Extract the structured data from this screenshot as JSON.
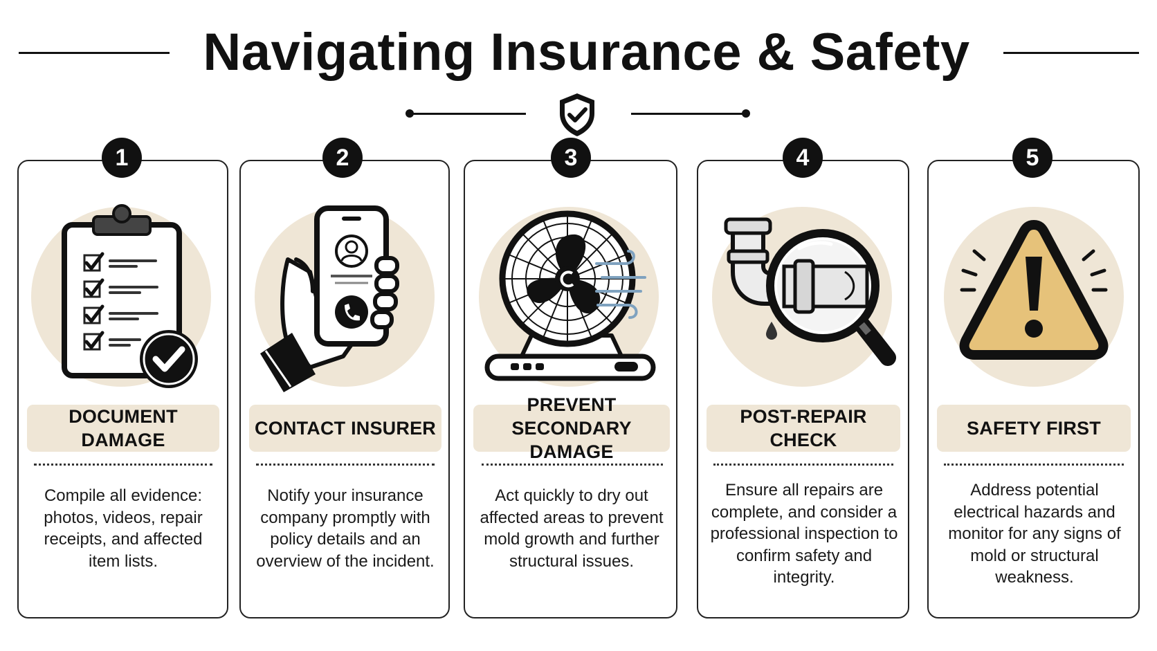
{
  "header": {
    "title": "Navigating Insurance & Safety"
  },
  "steps": [
    {
      "number": "1",
      "label": "DOCUMENT DAMAGE",
      "description": "Compile all evidence: photos, videos, repair receipts, and affected item lists."
    },
    {
      "number": "2",
      "label": "CONTACT INSURER",
      "description": "Notify your insurance company promptly with policy details and an overview of the incident."
    },
    {
      "number": "3",
      "label": "PREVENT SECONDARY DAMAGE",
      "description": "Act quickly to dry out affected areas to prevent mold growth and further structural issues."
    },
    {
      "number": "4",
      "label": "POST-REPAIR CHECK",
      "description": "Ensure all repairs are complete, and consider a professional inspection to confirm safety and integrity."
    },
    {
      "number": "5",
      "label": "SAFETY FIRST",
      "description": "Address potential electrical hazards and monitor for any signs of mold or structural weakness."
    }
  ],
  "colors": {
    "accent_beige": "#efe6d6",
    "warning_fill": "#e6c27a",
    "ink": "#111111",
    "air_blue": "#7fa2bf"
  },
  "icons": [
    "shield-check-icon",
    "clipboard-checklist-icon",
    "phone-call-icon",
    "fan-icon",
    "pipe-inspection-icon",
    "warning-icon"
  ]
}
